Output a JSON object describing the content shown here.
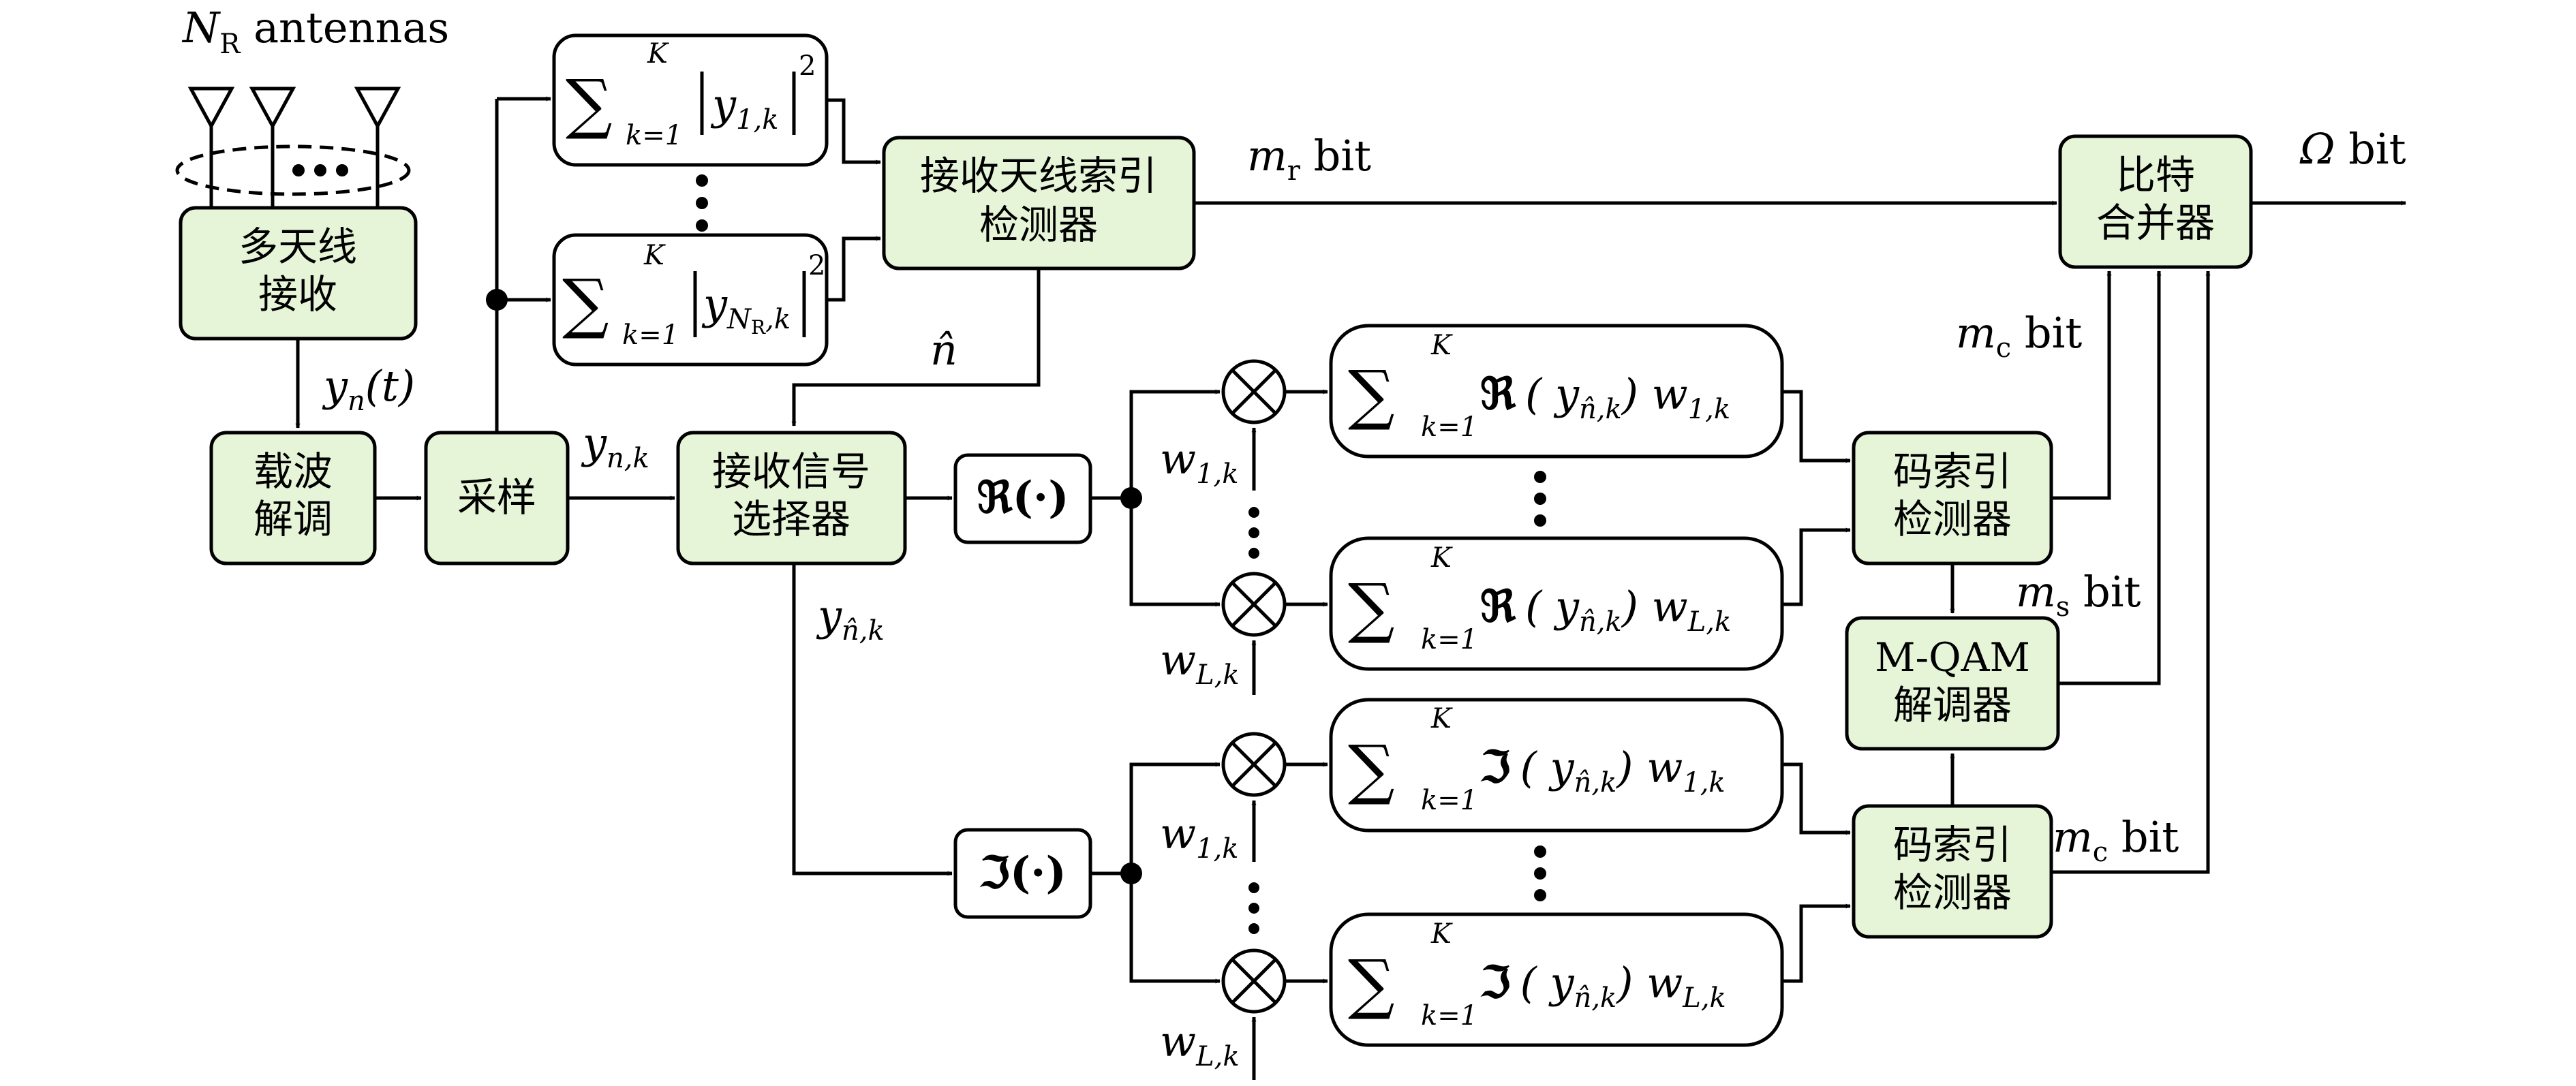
{
  "antenna_label": {
    "main": "N",
    "sub": "R",
    "tail": " antennas"
  },
  "blocks": {
    "multi_antenna": [
      "多天线",
      "接收"
    ],
    "carrier_demod": [
      "载波",
      "解调"
    ],
    "sampling": "采样",
    "antenna_index_detector": [
      "接收天线索引",
      "检测器"
    ],
    "signal_selector": [
      "接收信号",
      "选择器"
    ],
    "bit_combiner": [
      "比特",
      "合并器"
    ],
    "code_index_detector_1": [
      "码索引",
      "检测器"
    ],
    "code_index_detector_2": [
      "码索引",
      "检测器"
    ],
    "mqam_demod": [
      "M-QAM",
      "解调器"
    ]
  },
  "energy_sums": {
    "upper_index": "K",
    "lower_index": "k=1",
    "top_term_sub": "1,k",
    "bottom_term_sub": "N",
    "bottom_term_sub2": "R",
    "bottom_term_sub3": ",k",
    "var": "y",
    "exponent": "2"
  },
  "operators": {
    "real": "ℜ(·)",
    "imag": "ℑ(·)"
  },
  "correlators": {
    "real_top": {
      "op": "ℜ",
      "w_sub": "1,k"
    },
    "real_bottom": {
      "op": "ℜ",
      "w_sub": "L,k"
    },
    "imag_top": {
      "op": "ℑ",
      "w_sub": "1,k"
    },
    "imag_bottom": {
      "op": "ℑ",
      "w_sub": "L,k"
    }
  },
  "signals": {
    "yn_t": "y",
    "yn_t_sub": "n",
    "yn_t_arg": "(t)",
    "ynk": "y",
    "ynk_sub": "n,k",
    "nhat": "n̂",
    "ynhatk": "y",
    "ynhatk_sub": "n̂,k",
    "w_1k_sub": "1,k",
    "w_Lk_sub": "L,k",
    "w": "w"
  },
  "bit_labels": {
    "mr": {
      "m": "m",
      "sub": "r",
      "unit": " bit"
    },
    "mc_top": {
      "m": "m",
      "sub": "c",
      "unit": " bit"
    },
    "ms": {
      "m": "m",
      "sub": "s",
      "unit": " bit"
    },
    "mc_bottom": {
      "m": "m",
      "sub": "c",
      "unit": " bit"
    },
    "omega": {
      "m": "Ω",
      "unit": " bit"
    }
  }
}
